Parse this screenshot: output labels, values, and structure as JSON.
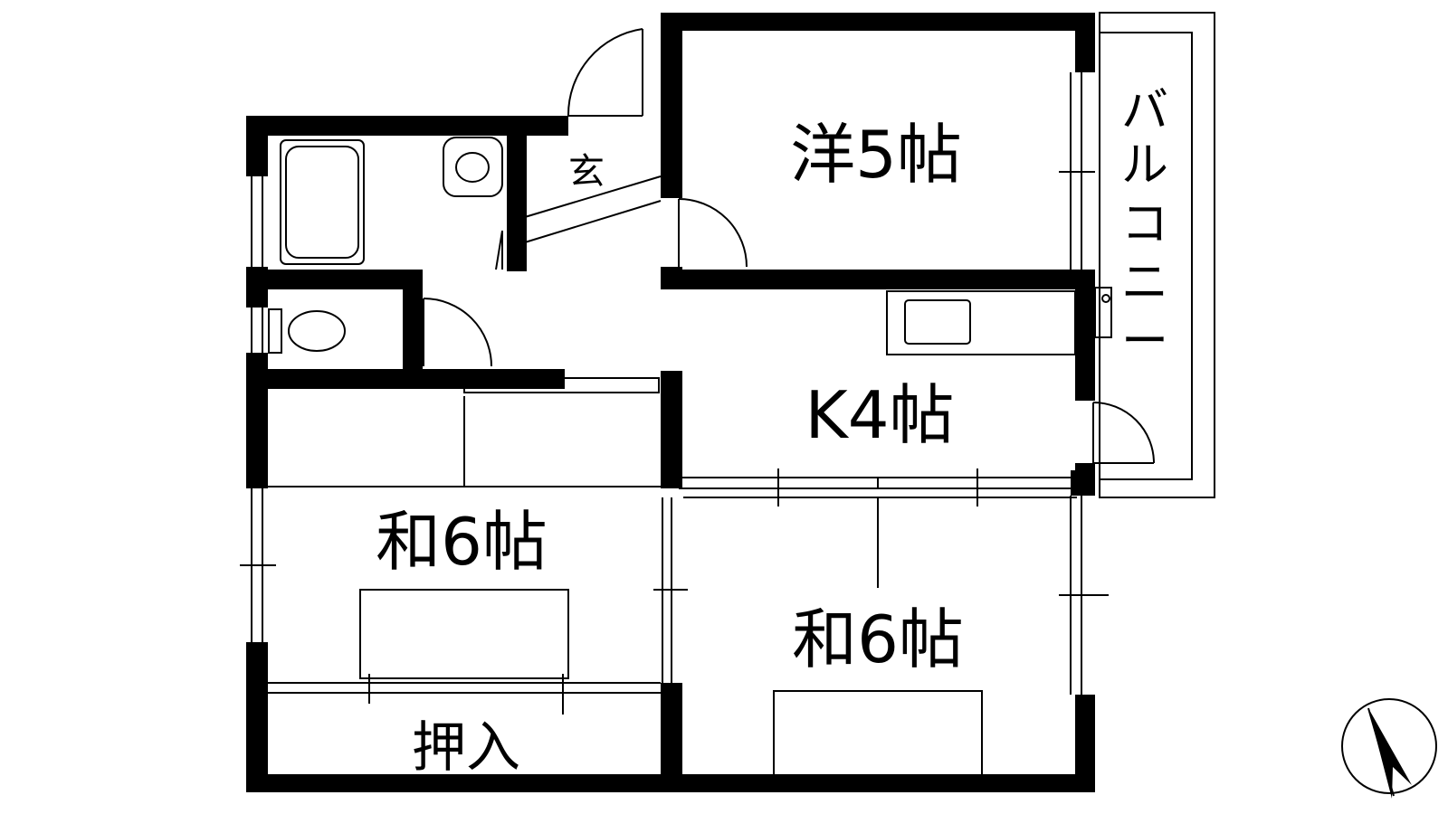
{
  "rooms": {
    "western_room": "洋5帖",
    "kitchen": "K4帖",
    "japanese_room_left": "和6帖",
    "japanese_room_right": "和6帖",
    "closet": "押入",
    "entrance": "玄"
  },
  "balcony": [
    "バ",
    "ル",
    "コ",
    "ニ",
    "ー"
  ],
  "compass_icon": "north-arrow-icon"
}
